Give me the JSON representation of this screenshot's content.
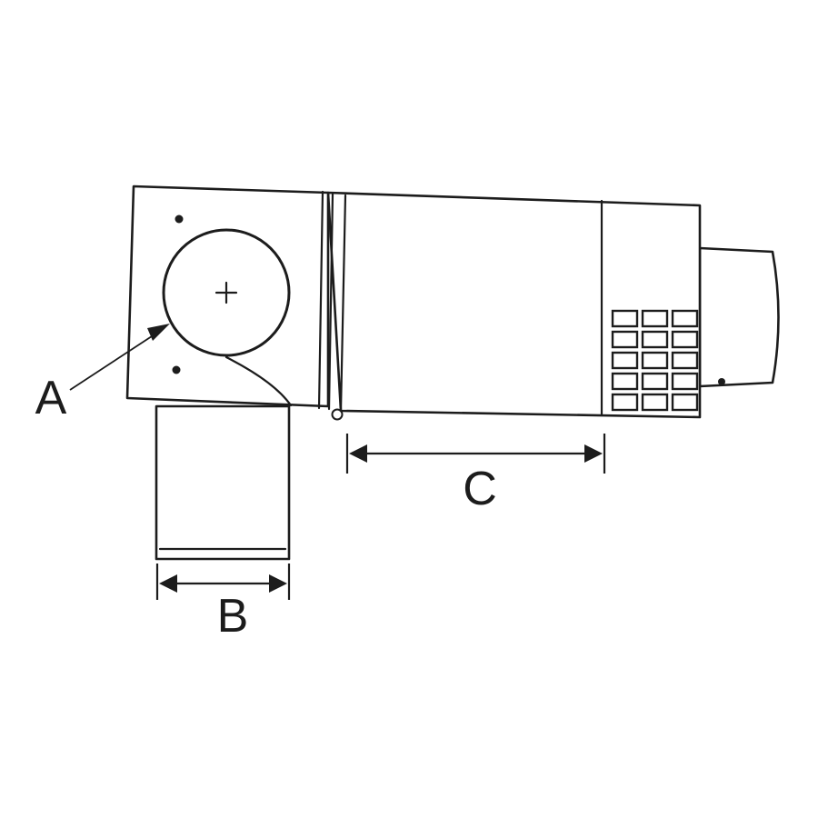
{
  "figure": {
    "labels": {
      "a": "A",
      "b": "B",
      "c": "C"
    },
    "colors": {
      "line": "#1c1c1c",
      "background": "#ffffff"
    }
  }
}
